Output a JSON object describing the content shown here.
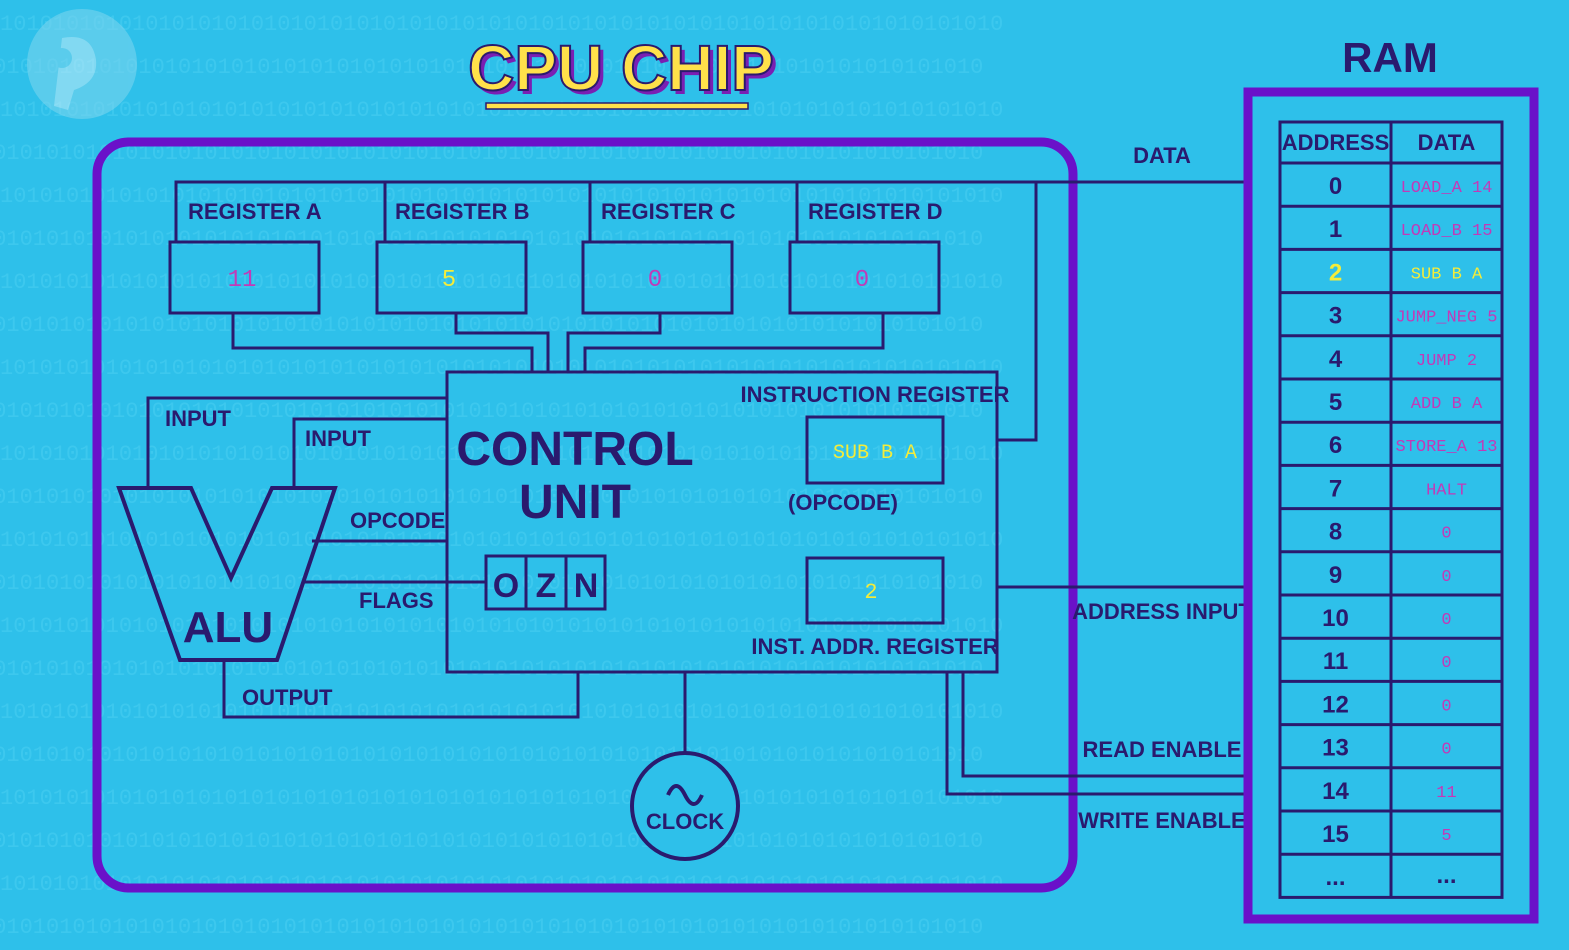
{
  "title": "CPU CHIP",
  "ram": {
    "title": "RAM",
    "headers": {
      "address": "ADDRESS",
      "data": "DATA"
    },
    "rows": [
      {
        "address": "0",
        "data": "LOAD_A 14",
        "active": false
      },
      {
        "address": "1",
        "data": "LOAD_B 15",
        "active": false
      },
      {
        "address": "2",
        "data": "SUB B A",
        "active": true
      },
      {
        "address": "3",
        "data": "JUMP_NEG 5",
        "active": false
      },
      {
        "address": "4",
        "data": "JUMP 2",
        "active": false
      },
      {
        "address": "5",
        "data": "ADD B A",
        "active": false
      },
      {
        "address": "6",
        "data": "STORE_A 13",
        "active": false
      },
      {
        "address": "7",
        "data": "HALT",
        "active": false
      },
      {
        "address": "8",
        "data": "0",
        "active": false
      },
      {
        "address": "9",
        "data": "0",
        "active": false
      },
      {
        "address": "10",
        "data": "0",
        "active": false
      },
      {
        "address": "11",
        "data": "0",
        "active": false
      },
      {
        "address": "12",
        "data": "0",
        "active": false
      },
      {
        "address": "13",
        "data": "0",
        "active": false
      },
      {
        "address": "14",
        "data": "11",
        "active": false
      },
      {
        "address": "15",
        "data": "5",
        "active": false
      },
      {
        "address": "...",
        "data": "...",
        "active": false
      }
    ]
  },
  "registers": [
    {
      "label": "REGISTER A",
      "value": "11",
      "highlight": false
    },
    {
      "label": "REGISTER B",
      "value": "5",
      "highlight": true
    },
    {
      "label": "REGISTER C",
      "value": "0",
      "highlight": false
    },
    {
      "label": "REGISTER D",
      "value": "0",
      "highlight": false
    }
  ],
  "control_unit": {
    "title_line1": "CONTROL",
    "title_line2": "UNIT",
    "flags": [
      "O",
      "Z",
      "N"
    ],
    "instruction_register_label": "INSTRUCTION REGISTER",
    "instruction_register_value": "SUB B A",
    "opcode_label": "(OPCODE)",
    "inst_addr_register_value": "2",
    "inst_addr_register_label": "INST. ADDR. REGISTER"
  },
  "alu": {
    "label": "ALU",
    "input1_label": "INPUT",
    "input2_label": "INPUT",
    "opcode_label": "OPCODE",
    "flags_label": "FLAGS",
    "output_label": "OUTPUT"
  },
  "clock": {
    "label": "CLOCK",
    "symbol": "~"
  },
  "bus_labels": {
    "data": "DATA",
    "address_input": "ADDRESS INPUT",
    "read_enable": "READ ENABLE",
    "write_enable": "WRITE ENABLE"
  },
  "colors": {
    "background": "#2ec0ea",
    "line": "#2a1a6e",
    "border": "#6a11c9",
    "title_fill": "#ffe14a",
    "value_magenta": "#c23ab8",
    "value_yellow": "#f4ec3a"
  },
  "icons": {
    "logo": "pbs-logo"
  }
}
